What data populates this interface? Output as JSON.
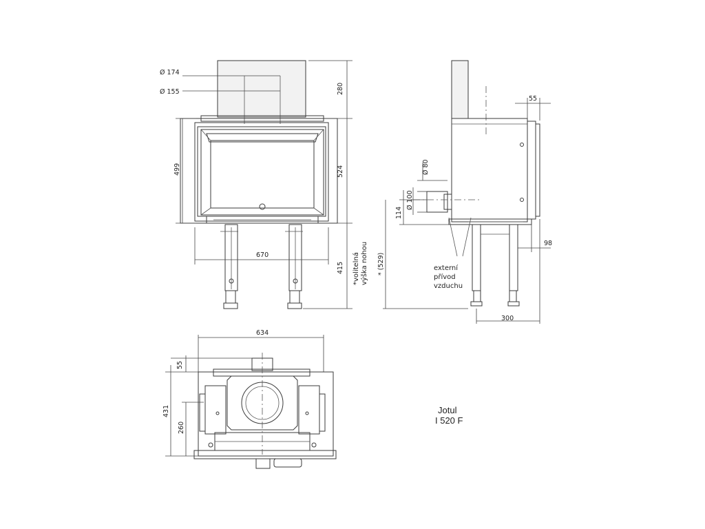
{
  "labels": {
    "dia_174": "Ø 174",
    "dia_155": "Ø 155",
    "h_280": "280",
    "h_524": "524",
    "h_499": "499",
    "w_670": "670",
    "h_415": "415",
    "leg_note_1": "*volitelná",
    "leg_note_2": "výška nohou",
    "w_55_side": "55",
    "dia_80": "Ø 80",
    "dia_100": "Ø 100",
    "h_114": "114",
    "h_529": "* (529)",
    "w_98": "98",
    "w_300": "300",
    "air_1": "externí",
    "air_2": "přívod",
    "air_3": "vzduchu",
    "w_634": "634",
    "d_55_top": "55",
    "d_431": "431",
    "d_260": "260"
  },
  "product": {
    "brand": "Jotul",
    "model": "I 520 F"
  }
}
